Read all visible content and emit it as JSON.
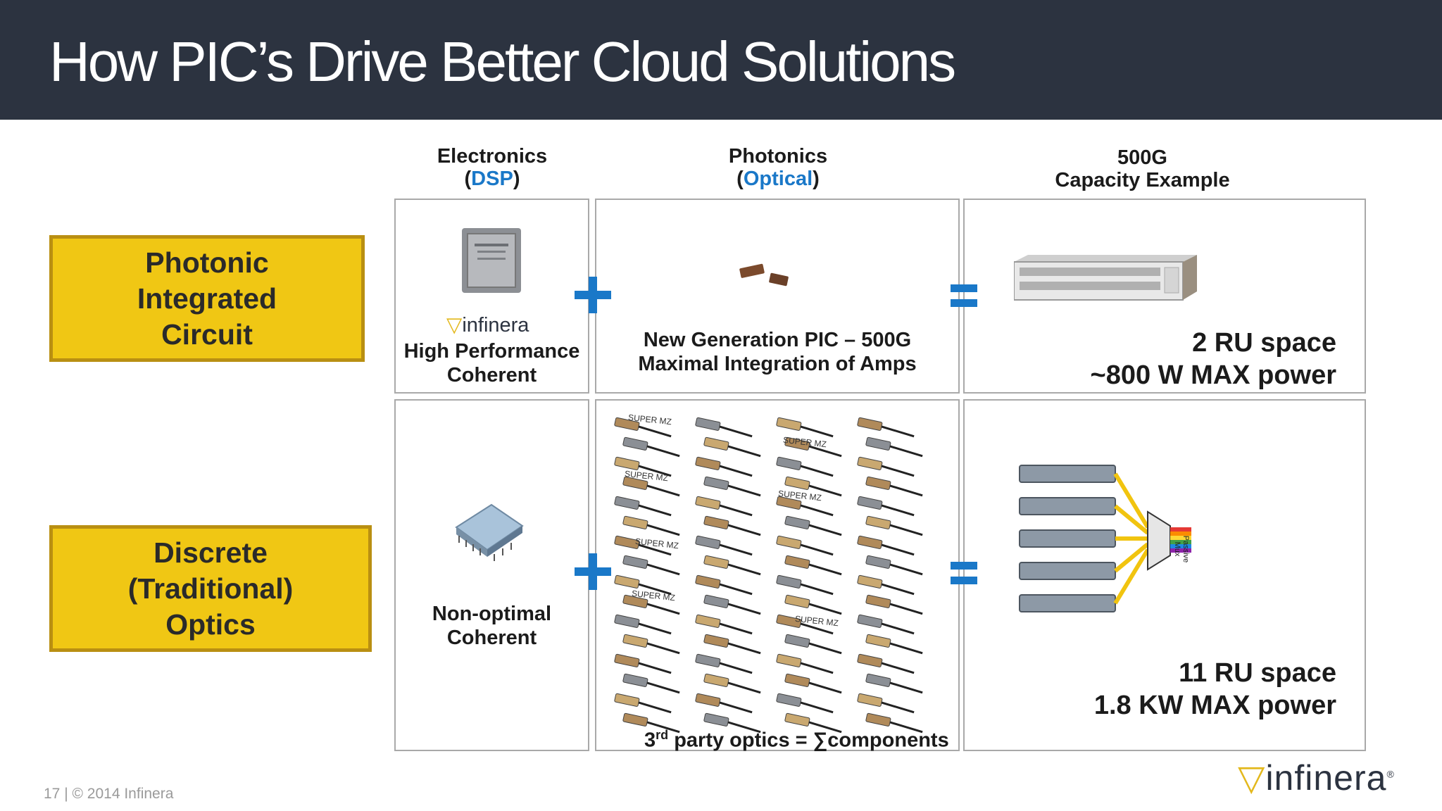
{
  "slide": {
    "title": "How PIC’s Drive Better Cloud Solutions",
    "footer": "17  |  © 2014 Infinera"
  },
  "columns": {
    "electronics": {
      "line1": "Electronics",
      "paren_open": "(",
      "accent": "DSP",
      "paren_close": ")"
    },
    "photonics": {
      "line1": "Photonics",
      "paren_open": "(",
      "accent": "Optical",
      "paren_close": ")"
    },
    "capacity": {
      "line1": "500G",
      "line2": "Capacity Example"
    }
  },
  "rows": {
    "pic": {
      "label_lines": [
        "Photonic",
        "Integrated",
        "Circuit"
      ],
      "electronics_logo": "infinera",
      "electronics_text": [
        "High Performance",
        "Coherent"
      ],
      "photonics_text": [
        "New Generation PIC – 500G",
        "Maximal Integration of Amps"
      ],
      "capacity_text": [
        "2 RU space",
        "~800 W MAX power"
      ]
    },
    "discrete": {
      "label_lines": [
        "Discrete",
        "(Traditional)",
        "Optics"
      ],
      "electronics_text": [
        "Non-optimal",
        "Coherent"
      ],
      "photonics_caption_pre": "3",
      "photonics_caption_sup": "rd",
      "photonics_caption_post": " party optics = ∑components",
      "module_label": "SUPER  MZ",
      "mux_label": "Passive Mux",
      "capacity_text": [
        "11 RU space",
        "1.8 KW MAX power"
      ]
    }
  },
  "logo": {
    "text": "infinera"
  },
  "colors": {
    "accent": "#1a78c8",
    "title_bar": "#2c3340",
    "label_fill": "#f0c714"
  }
}
